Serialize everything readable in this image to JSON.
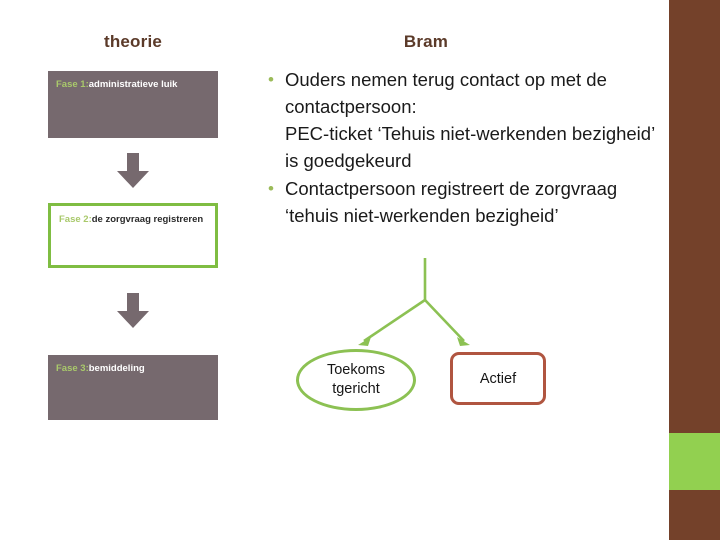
{
  "slide": {
    "left_column": {
      "title": "theorie",
      "phases": [
        {
          "label": "Fase 1:",
          "text": "administratieve luik",
          "style": "filled"
        },
        {
          "label": "Fase 2:",
          "text_bold": "de",
          "text": " zorgvraag registreren",
          "style": "outlined"
        },
        {
          "label": "Fase 3:",
          "text": "bemiddeling",
          "style": "filled"
        }
      ]
    },
    "right_column": {
      "title": "Bram",
      "bullets": [
        {
          "marker": "•",
          "text": "Ouders nemen terug contact op met de contactpersoon:\nPEC-ticket ‘Tehuis niet-werkenden bezigheid’ is goedgekeurd"
        },
        {
          "marker": "•",
          "text": "Contactpersoon registreert de zorgvraag ‘tehuis niet-werkenden bezigheid’"
        }
      ],
      "outcomes": [
        {
          "shape": "oval",
          "text": "Toekoms\ntgericht"
        },
        {
          "shape": "rounded-rect",
          "text": "Actief"
        }
      ]
    },
    "colors": {
      "heading_brown": "#5b3a29",
      "box_fill_mauve": "#76696e",
      "accent_green": "#7fbd42",
      "phase_label_green": "#a9c96b",
      "bullet_green": "#9bbb59",
      "connector_green": "#8cc153",
      "actief_border": "#b05540",
      "rail_brown": "#74412a",
      "rail_green": "#92d050"
    }
  }
}
